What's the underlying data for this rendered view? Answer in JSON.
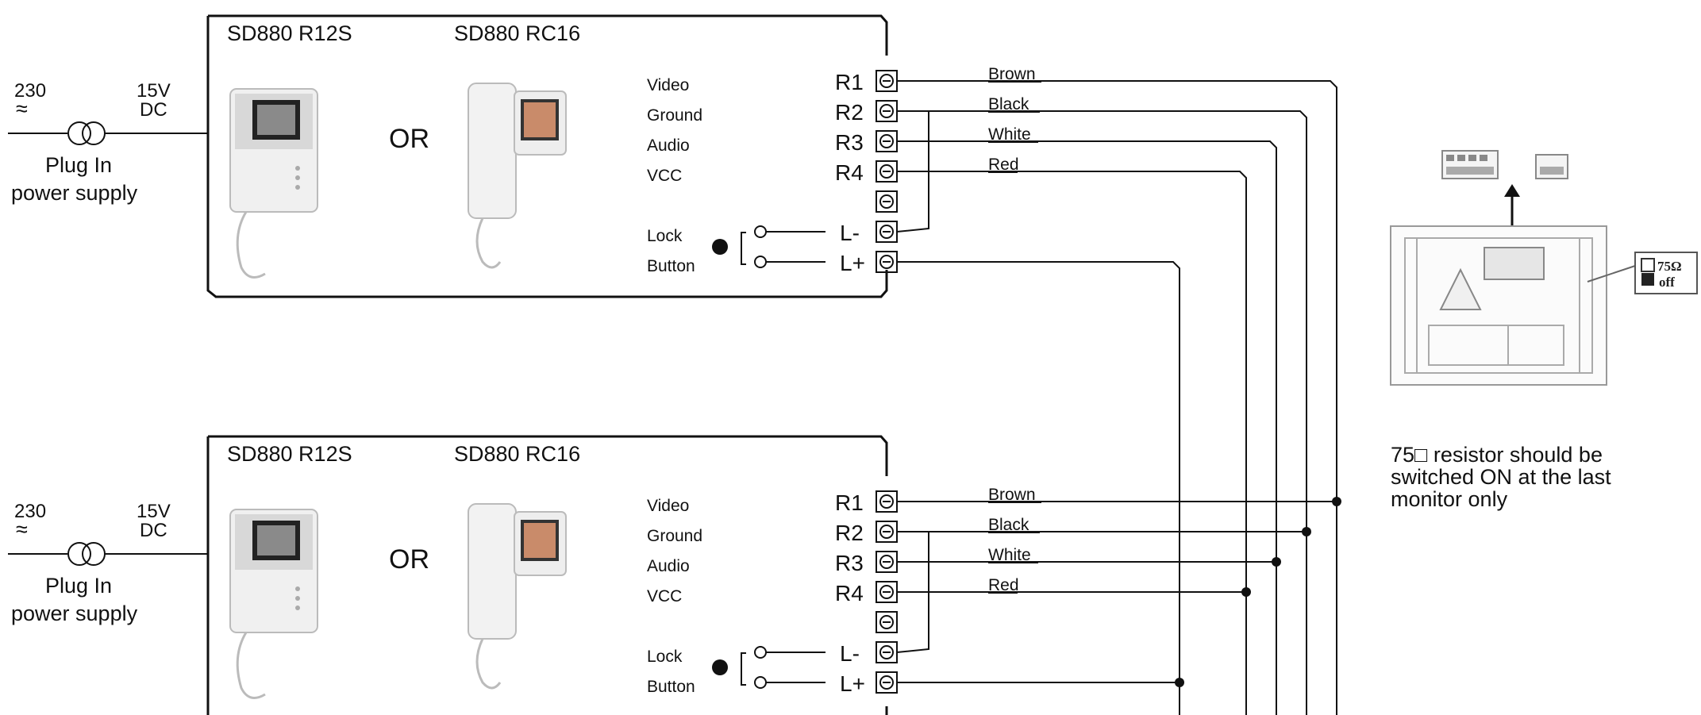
{
  "units": [
    {
      "models": [
        "SD880 R12S",
        "SD880 RC16"
      ],
      "or_label": "OR",
      "power": {
        "ac": "230",
        "dc_v": "15V",
        "dc": "DC",
        "line1": "Plug In",
        "line2": "power supply"
      },
      "signals": [
        "Video",
        "Ground",
        "Audio",
        "VCC"
      ],
      "lock": [
        "Lock",
        "Button"
      ],
      "terminals": [
        "R1",
        "R2",
        "R3",
        "R4",
        "",
        "L-",
        "L+"
      ],
      "wires": [
        "Brown",
        "Black",
        "White",
        "Red"
      ]
    },
    {
      "models": [
        "SD880 R12S",
        "SD880 RC16"
      ],
      "or_label": "OR",
      "power": {
        "ac": "230",
        "dc_v": "15V",
        "dc": "DC",
        "line1": "Plug In",
        "line2": "power supply"
      },
      "signals": [
        "Video",
        "Ground",
        "Audio",
        "VCC"
      ],
      "lock": [
        "Lock",
        "Button"
      ],
      "terminals": [
        "R1",
        "R2",
        "R3",
        "R4",
        "",
        "L-",
        "L+"
      ],
      "wires": [
        "Brown",
        "Black",
        "White",
        "Red"
      ]
    }
  ],
  "resistor_panel": {
    "switch_value": "75Ω",
    "switch_off": "off"
  },
  "note": [
    "75□ resistor should be",
    "switched ON at the last",
    "monitor only"
  ]
}
